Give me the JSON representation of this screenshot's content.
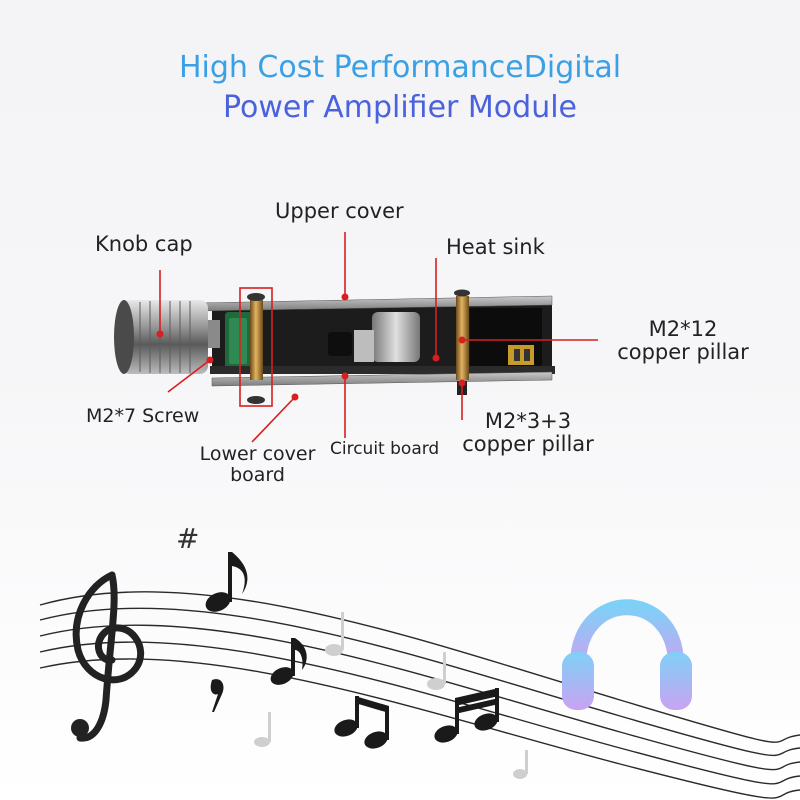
{
  "header": {
    "title_line1": "High Cost PerformanceDigital",
    "title_line2": "Power Amplifier Module"
  },
  "labels": {
    "knob_cap": "Knob cap",
    "upper_cover": "Upper cover",
    "heat_sink": "Heat sink",
    "m2_12_line1": "M2*12",
    "m2_12_line2": "copper pillar",
    "m2_7_screw": "M2*7 Screw",
    "lower_cover_line1": "Lower cover",
    "lower_cover_line2": "board",
    "circuit_board": "Circuit board",
    "m2_3_3_line1": "M2*3+3",
    "m2_3_3_line2": "copper pillar"
  },
  "colors": {
    "title_top": "#3aa0e6",
    "title_bottom": "#4a62dc",
    "callout_line": "#d81e1e",
    "headphone_top": "#7fd0f6",
    "headphone_bottom": "#c9a3f2"
  },
  "decor": {
    "icons": [
      "treble-clef-icon",
      "sharp-icon",
      "eighth-note-icon",
      "beamed-notes-icon",
      "headphones-icon"
    ]
  }
}
